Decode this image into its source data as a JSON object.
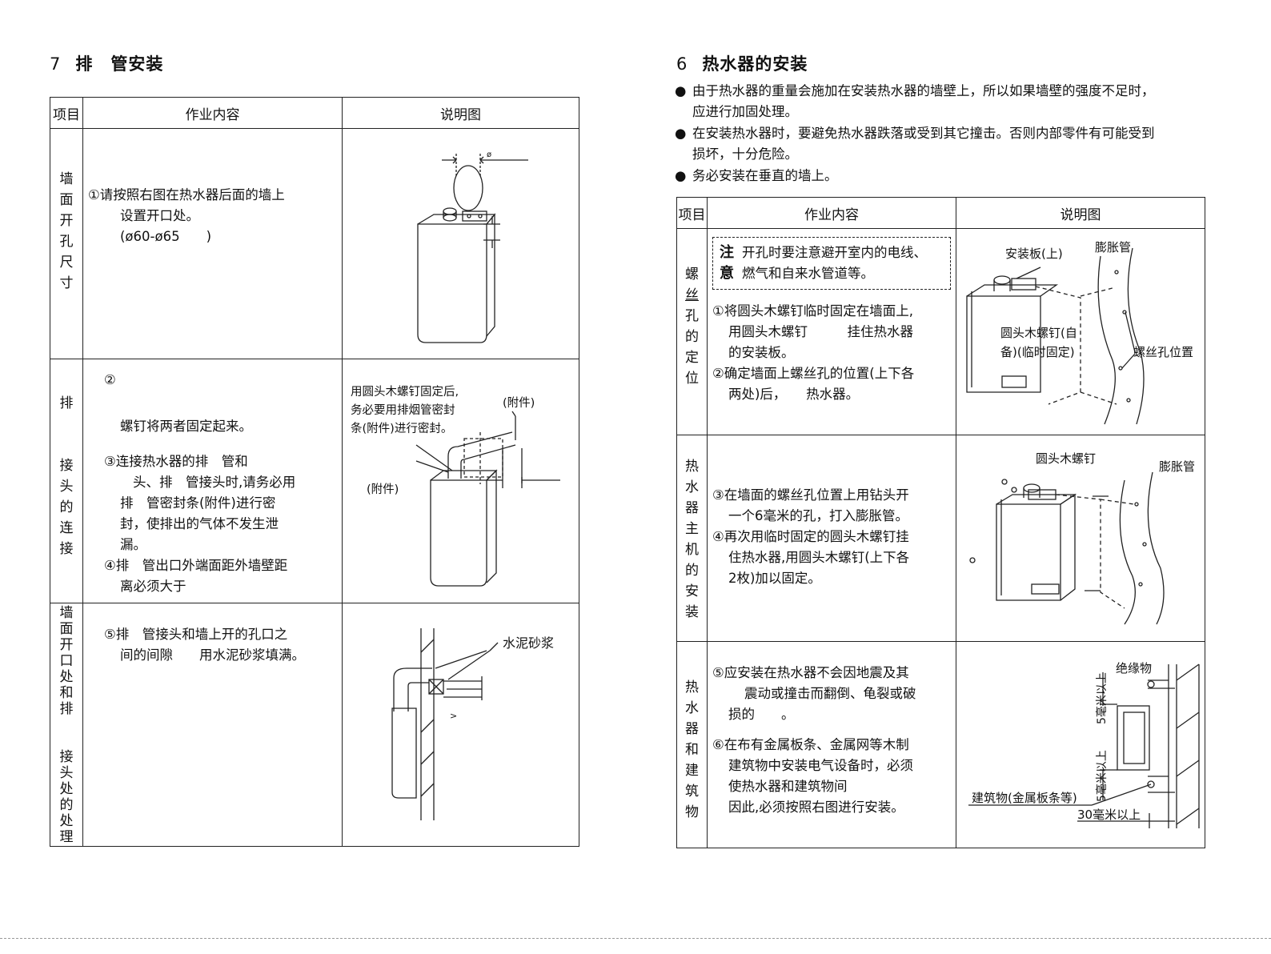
{
  "left": {
    "title_num": "7",
    "title": "排　管安装",
    "headers": {
      "item": "项目",
      "work": "作业内容",
      "diagram": "说明图"
    },
    "rows": [
      {
        "label": [
          "墙",
          "面",
          "开",
          "孔",
          "尺",
          "寸"
        ],
        "lines": [
          "①请按照右图在热水器后面的墙上",
          "设置开口处。",
          "(ø60-ø65　　)"
        ],
        "diagram_labels": [
          "ø"
        ]
      },
      {
        "label": [
          "排",
          "",
          "接",
          "头",
          "的",
          "连",
          "接"
        ],
        "lines": [
          "②",
          "螺钉将两者固定起来。",
          "③连接热水器的排　管和",
          "头、排　管接头时,请务必用",
          "排　管密封条(附件)进行密",
          "封，使排出的气体不发生泄",
          "漏。",
          "④排　管出口外端面距外墙壁距",
          "离必须大于"
        ],
        "diagram_labels": [
          "用圆头木螺钉固定后,",
          "务必要用排烟管密封",
          "条(附件)进行密封。",
          "(附件)",
          "(附件)"
        ]
      },
      {
        "label": [
          "墙",
          "面",
          "开",
          "口",
          "处",
          "和",
          "排",
          "",
          "接",
          "头",
          "处",
          "的",
          "处",
          "理"
        ],
        "lines": [
          "⑤排　管接头和墙上开的孔口之",
          "间的间隙　　用水泥砂浆填满。"
        ],
        "diagram_labels": [
          "水泥砂浆",
          ">"
        ]
      }
    ]
  },
  "right": {
    "title_num": "6",
    "title": "热水器的安装",
    "bullets": [
      [
        "由于热水器的重量会施加在安装热水器的墙壁上，所以如果墙壁的强度不足时，",
        "应进行加固处理。"
      ],
      [
        "在安装热水器时，要避免热水器跌落或受到其它撞击。否则内部零件有可能受到",
        "损坏，十分危险。"
      ],
      [
        "务必安装在垂直的墙上。"
      ]
    ],
    "headers": {
      "item": "项目",
      "work": "作业内容",
      "diagram": "说明图"
    },
    "rows": [
      {
        "label": [
          "螺",
          "丝",
          "孔",
          "的",
          "定",
          "位"
        ],
        "note_title": [
          "注",
          "意"
        ],
        "note_lines": [
          "开孔时要注意避开室内的电线、",
          "燃气和自来水管道等。"
        ],
        "lines": [
          "①将圆头木螺钉临时固定在墙面上,",
          "用圆头木螺钉　　　挂住热水器",
          "的安装板。",
          "②确定墙面上螺丝孔的位置(上下各",
          "两处)后，　　热水器。"
        ],
        "diagram_labels": [
          "安装板(上)",
          "膨胀管",
          "圆头木螺钉(自",
          "备)(临时固定)",
          "螺丝孔位置"
        ]
      },
      {
        "label": [
          "热",
          "水",
          "器",
          "主",
          "机",
          "的",
          "安",
          "装"
        ],
        "lines": [
          "③在墙面的螺丝孔位置上用钻头开",
          "一个6毫米的孔，打入膨胀管。",
          "④再次用临时固定的圆头木螺钉挂",
          "住热水器,用圆头木螺钉(上下各",
          "2枚)加以固定。"
        ],
        "diagram_labels": [
          "圆头木螺钉",
          "膨胀管"
        ]
      },
      {
        "label": [
          "热",
          "水",
          "器",
          "和",
          "建",
          "筑",
          "物"
        ],
        "lines": [
          "⑤应安装在热水器不会因地震及其",
          "震动或撞击而翻倒、龟裂或破",
          "损的　　。",
          "⑥在布有金属板条、金属网等木制",
          "建筑物中安装电气设备时，必须",
          "使热水器和建筑物间",
          "因此,必须按照右图进行安装。"
        ],
        "diagram_labels": [
          "绝缘物",
          "5毫米以上",
          "5毫米以上",
          "建筑物(金属板条等)",
          "30毫米以上"
        ]
      }
    ]
  }
}
